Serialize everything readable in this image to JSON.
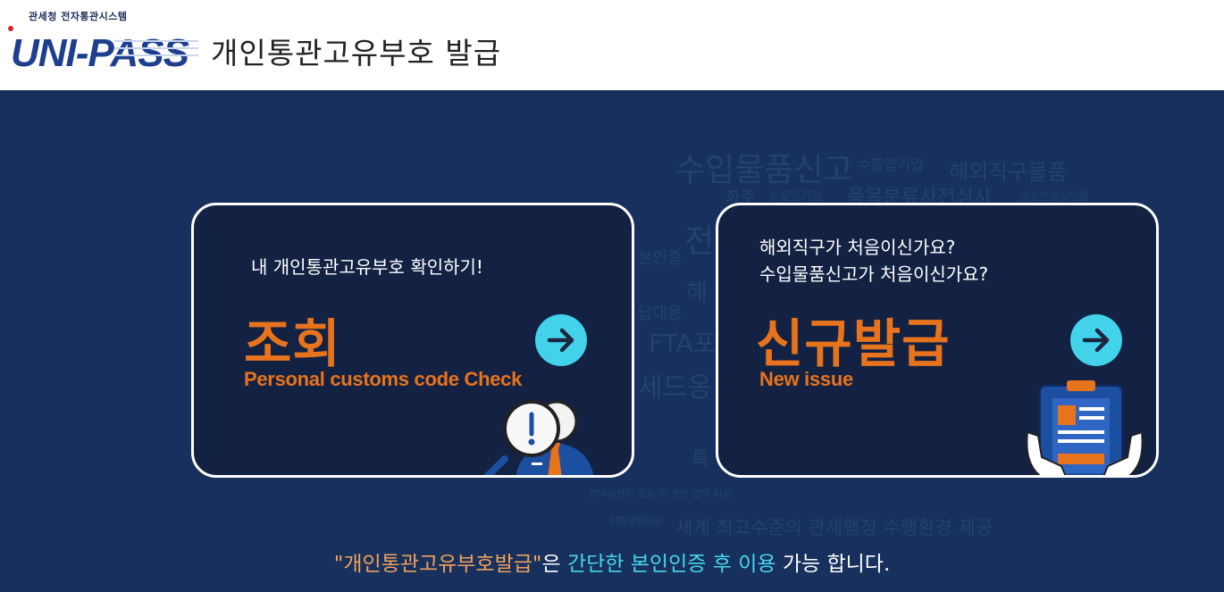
{
  "header": {
    "logo_sub": "관세청 전자통관시스템",
    "logo_text": "UNI-PASS",
    "page_title": "개인통관고유부호  발급"
  },
  "background_words": [
    "수입물품신고",
    "수출입기업",
    "해외직구물품",
    "화주",
    "수출입기업",
    "품목분류사전심사",
    "공동인증서인증",
    "전",
    "본인증",
    "해",
    "납대용",
    "FTA포",
    "세드옹",
    "특",
    "FTA원산지 조회 및 관련 업무 처리",
    "FTA정책지원",
    "세계 최고수준의 관세행정 수행환경 제공"
  ],
  "cards": {
    "lookup": {
      "subtitle": "내 개인통관고유부호 확인하기!",
      "title": "조회",
      "english": "Personal customs code Check"
    },
    "issue": {
      "subtitle_line1": "해외직구가 처음이신가요?",
      "subtitle_line2": "수입물품신고가 처음이신가요?",
      "title": "신규발급",
      "english": "New issue"
    }
  },
  "footer": {
    "part1": "\"개인통관고유부호발급\"",
    "part2": "은 ",
    "part3": "간단한 본인인증 후 이용",
    "part4": " 가능 합니다."
  },
  "colors": {
    "background": "#17305d",
    "card_bg": "#132243",
    "accent_orange": "#e8731d",
    "accent_cyan": "#42d3ea",
    "logo_blue": "#1e3f8f"
  }
}
